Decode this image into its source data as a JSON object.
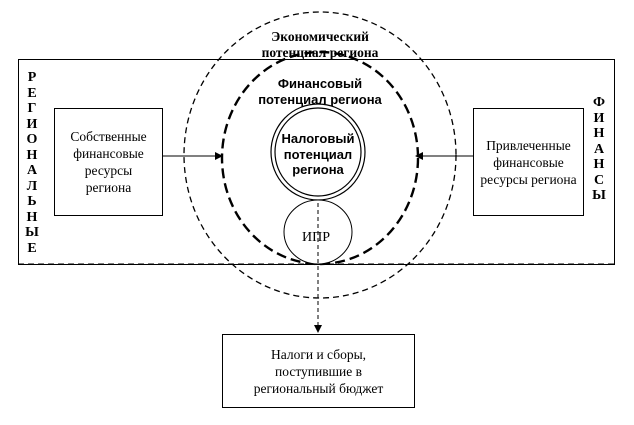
{
  "side_left": "РЕГИОНАЛЬНЫЕ",
  "side_right": "ФИНАНСЫ",
  "left_box": "Собственные финансовые ресурсы региона",
  "right_box": "Привлеченные финансовые ресурсы региона",
  "bottom_box": "Налоги и сборы, поступившие в региональный бюджет",
  "outer_circle": "Экономический потенциал региона",
  "middle_circle": "Финансовый потенциал региона",
  "inner_circle": "Налоговый потенциал региона",
  "small_circle": "ИПР"
}
